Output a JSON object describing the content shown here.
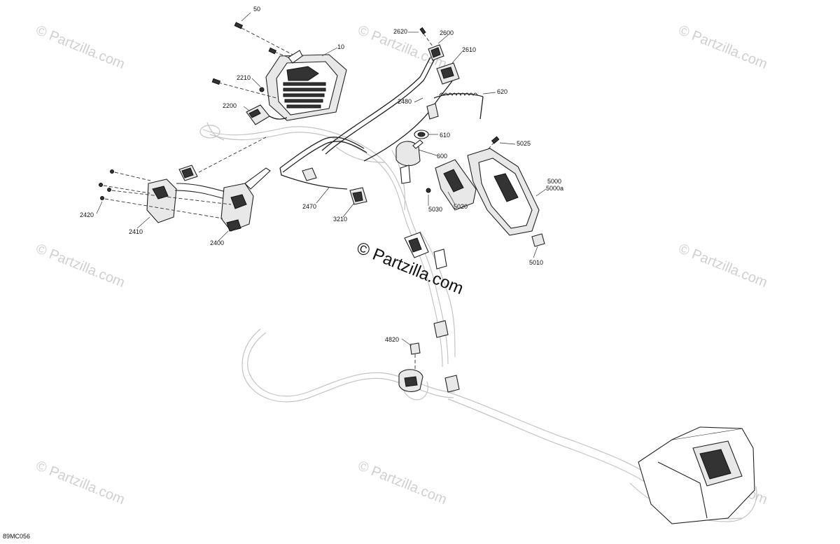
{
  "diagram": {
    "figure_code": "89MC056",
    "watermark_text": "© Partzilla.com",
    "center_watermark_text": "© Partzilla.com",
    "callouts": [
      {
        "id": "c-50",
        "text": "50"
      },
      {
        "id": "c-10",
        "text": "10"
      },
      {
        "id": "c-2210",
        "text": "2210"
      },
      {
        "id": "c-2200",
        "text": "2200"
      },
      {
        "id": "c-2620",
        "text": "2620"
      },
      {
        "id": "c-2600",
        "text": "2600"
      },
      {
        "id": "c-2610",
        "text": "2610"
      },
      {
        "id": "c-620",
        "text": "620"
      },
      {
        "id": "c-2480",
        "text": "2480"
      },
      {
        "id": "c-610",
        "text": "610"
      },
      {
        "id": "c-5025",
        "text": "5025"
      },
      {
        "id": "c-600",
        "text": "600"
      },
      {
        "id": "c-5000",
        "text": "5000"
      },
      {
        "id": "c-5000a",
        "text": "5000a"
      },
      {
        "id": "c-5030",
        "text": "5030"
      },
      {
        "id": "c-5020",
        "text": "5020"
      },
      {
        "id": "c-5010",
        "text": "5010"
      },
      {
        "id": "c-2470",
        "text": "2470"
      },
      {
        "id": "c-3210",
        "text": "3210"
      },
      {
        "id": "c-2420",
        "text": "2420"
      },
      {
        "id": "c-2410",
        "text": "2410"
      },
      {
        "id": "c-2400",
        "text": "2400"
      },
      {
        "id": "c-4820",
        "text": "4820"
      }
    ]
  }
}
